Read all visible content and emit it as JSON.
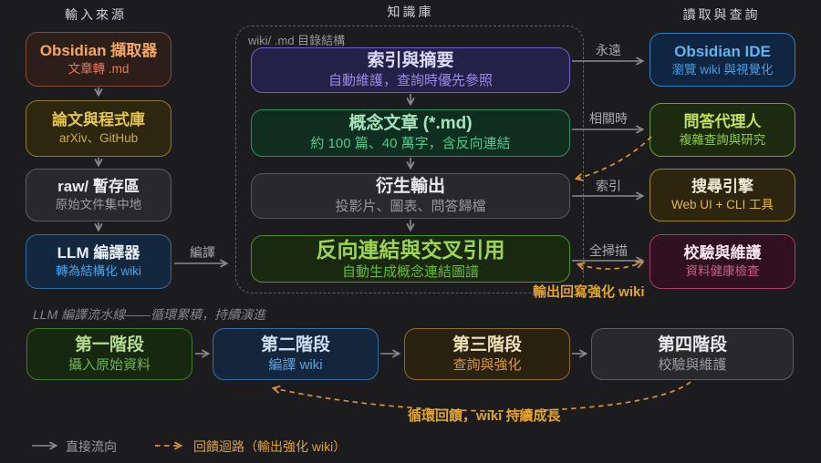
{
  "palette": {
    "background": "#1c1c1f",
    "solid_arrow": "#8a8a90",
    "feedback_arrow": "#d9913a",
    "edge_label": "#a8a8ae",
    "feedback_label": "#e3a42e"
  },
  "headers": {
    "inputs": "輸入來源",
    "knowledge_base": "知識庫",
    "read_query": "讀取與查詢"
  },
  "wiki_container_label": "wiki/ .md 目錄結構",
  "nodes": {
    "obsidian_capture": {
      "title": "Obsidian 擷取器",
      "subtitle": "文章轉 .md",
      "accent": "#8a4c3a"
    },
    "papers_repos": {
      "title": "論文與程式庫",
      "subtitle": "arXiv、GitHub",
      "accent": "#8f7a26"
    },
    "raw_staging": {
      "title": "raw/ 暫存區",
      "subtitle": "原始文件集中地",
      "accent": "#5c5c62"
    },
    "llm_compiler": {
      "title": "LLM 編譯器",
      "subtitle": "轉為結構化 wiki",
      "accent": "#33699f"
    },
    "index_summary": {
      "title": "索引與摘要",
      "subtitle": "自動維護，查詢時優先參照",
      "accent": "#6f5fd0"
    },
    "concept_articles": {
      "title": "概念文章 (*.md)",
      "subtitle": "約 100 篇、40 萬字，含反向連結",
      "accent": "#2f8f5f"
    },
    "derived_outputs": {
      "title": "衍生輸出",
      "subtitle": "投影片、圖表、問答歸檔",
      "accent": "#55555c"
    },
    "backlinks": {
      "title": "反向連結與交叉引用",
      "subtitle": "自動生成概念連結圖譜",
      "accent": "#4f8f2c"
    },
    "obsidian_ide": {
      "title": "Obsidian IDE",
      "subtitle": "瀏覽 wiki 與視覺化",
      "accent": "#2e7cc4"
    },
    "qa_agent": {
      "title": "問答代理人",
      "subtitle": "複雜查詢與研究",
      "accent": "#6f9e33"
    },
    "search_engine": {
      "title": "搜尋引擎",
      "subtitle": "Web UI + CLI 工具",
      "accent": "#a1832c"
    },
    "validation": {
      "title": "校驗與維護",
      "subtitle": "資料健康檢查",
      "accent": "#ad3a68"
    }
  },
  "edge_labels": {
    "compile": "編譯",
    "always": "永遠",
    "when_relevant": "相關時",
    "index": "索引",
    "full_scan": "全掃描",
    "writeback": "輸出回寫強化 wiki"
  },
  "pipeline": {
    "title": "LLM 編譯流水線——循環累積，持續演進",
    "stages": [
      {
        "title": "第一階段",
        "subtitle": "攝入原始資料"
      },
      {
        "title": "第二階段",
        "subtitle": "編譯 wiki"
      },
      {
        "title": "第三階段",
        "subtitle": "查詢與強化"
      },
      {
        "title": "第四階段",
        "subtitle": "校驗與維護"
      }
    ],
    "feedback_label": "循環回饋，wiki 持續成長"
  },
  "legend": {
    "solid": "直接流向",
    "dashed": "回饋迴路（輸出強化 wiki）"
  }
}
